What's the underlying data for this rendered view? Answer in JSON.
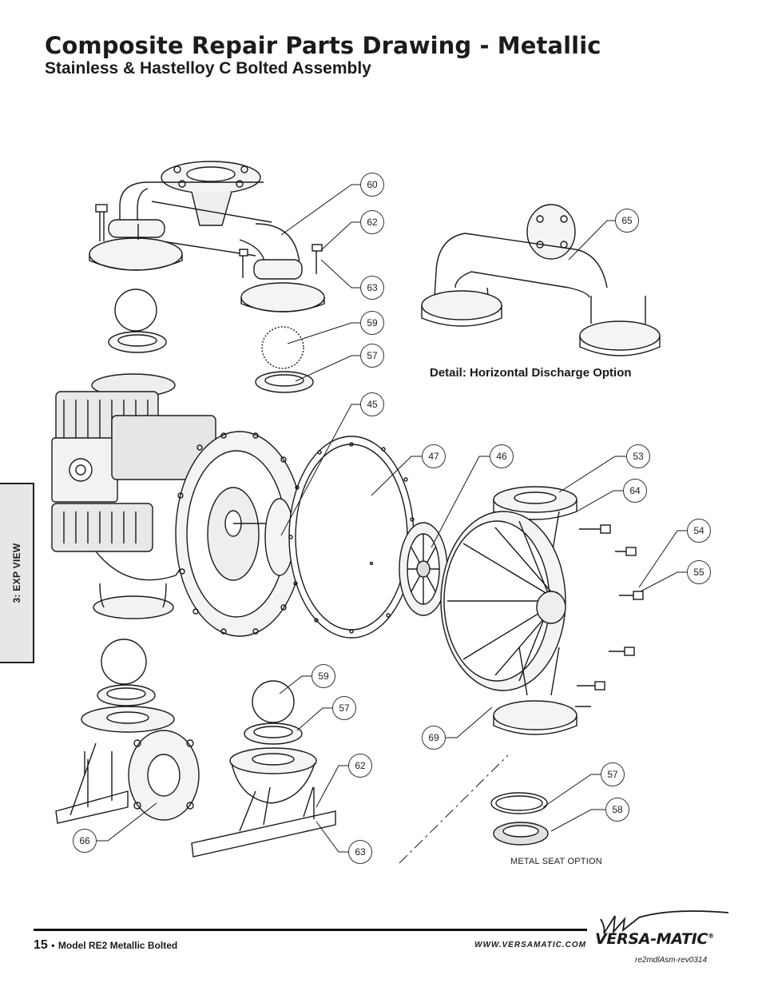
{
  "header": {
    "title": "Composite Repair Parts Drawing - Metallic",
    "subtitle": "Stainless & Hastelloy C Bolted Assembly"
  },
  "side_tab": {
    "label": "3: EXP VIEW"
  },
  "callouts": {
    "c60": "60",
    "c62_top": "62",
    "c63_top": "63",
    "c59_top": "59",
    "c57_top": "57",
    "c45": "45",
    "c47": "47",
    "c46": "46",
    "c53": "53",
    "c64": "64",
    "c54": "54",
    "c55": "55",
    "c65": "65",
    "c59_bottom": "59",
    "c57_bottom": "57",
    "c62_bottom": "62",
    "c63_bottom": "63",
    "c66": "66",
    "c69": "69",
    "c57_seat": "57",
    "c58": "58"
  },
  "captions": {
    "detail": "Detail: Horizontal Discharge Option",
    "metal_seat": "METAL SEAT OPTION"
  },
  "footer": {
    "page_number": "15",
    "separator": "•",
    "model": "Model RE2 Metallic Bolted",
    "url": "WWW.VERSAMATIC.COM",
    "brand": "VERSA-MATIC",
    "registered": "®",
    "doc_code": "re2mdlAsm-rev0314"
  },
  "colors": {
    "line": "#1a1a1a",
    "fill_light": "#f4f4f4",
    "fill_mid": "#dcdcdc",
    "tab_bg": "#e7e7e7"
  }
}
